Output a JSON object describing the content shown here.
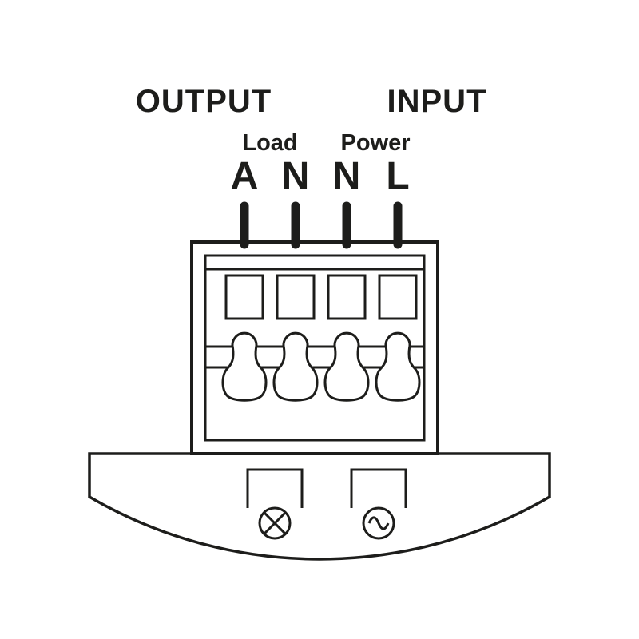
{
  "diagram": {
    "output_label": "OUTPUT",
    "input_label": "INPUT",
    "load_label": "Load",
    "power_label": "Power",
    "terminals": [
      {
        "label": "A"
      },
      {
        "label": "N"
      },
      {
        "label": "N"
      },
      {
        "label": "L"
      }
    ],
    "icons": [
      "lamp-icon",
      "ac-source-icon"
    ],
    "colors": {
      "line": "#1d1d1b",
      "background": "#ffffff"
    }
  }
}
